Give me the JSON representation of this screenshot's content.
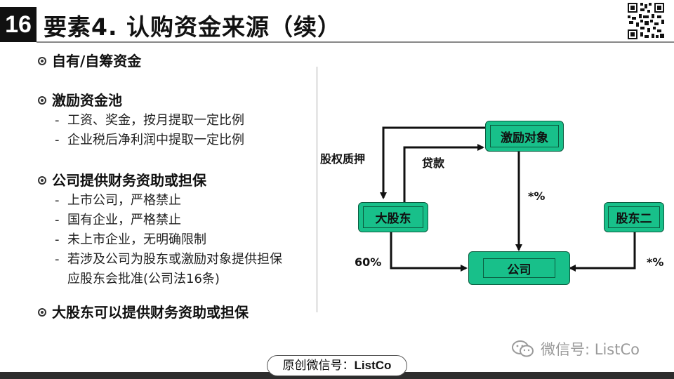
{
  "header": {
    "slide_number": "16",
    "title": "要素4. 认购资金来源（续）"
  },
  "bullets": [
    {
      "label": "自有/自筹资金",
      "subs": []
    },
    {
      "label": "激励资金池",
      "subs": [
        "工资、奖金，按月提取一定比例",
        "企业税后净利润中提取一定比例"
      ]
    },
    {
      "label": "公司提供财务资助或担保",
      "subs": [
        "上市公司，严格禁止",
        "国有企业，严格禁止",
        "未上市企业，无明确限制",
        "若涉及公司为股东或激励对象提供担保",
        "应股东会批准(公司法16条)"
      ]
    },
    {
      "label": "大股东可以提供财务资助或担保",
      "subs": []
    }
  ],
  "diagram": {
    "nodes": {
      "incentive": "激励对象",
      "major": "大股东",
      "second": "股东二",
      "company": "公司"
    },
    "labels": {
      "pledge": "股权质押",
      "loan": "贷款",
      "pct_incentive": "*%",
      "pct_major": "60%",
      "pct_second": "*%"
    },
    "colors": {
      "node_fill": "#18c08a",
      "node_border": "#0b5b3f",
      "arrow": "#111111"
    }
  },
  "footer": {
    "tag_prefix": "原创微信号：",
    "tag_id": "ListCo",
    "watermark": "微信号: ListCo"
  }
}
